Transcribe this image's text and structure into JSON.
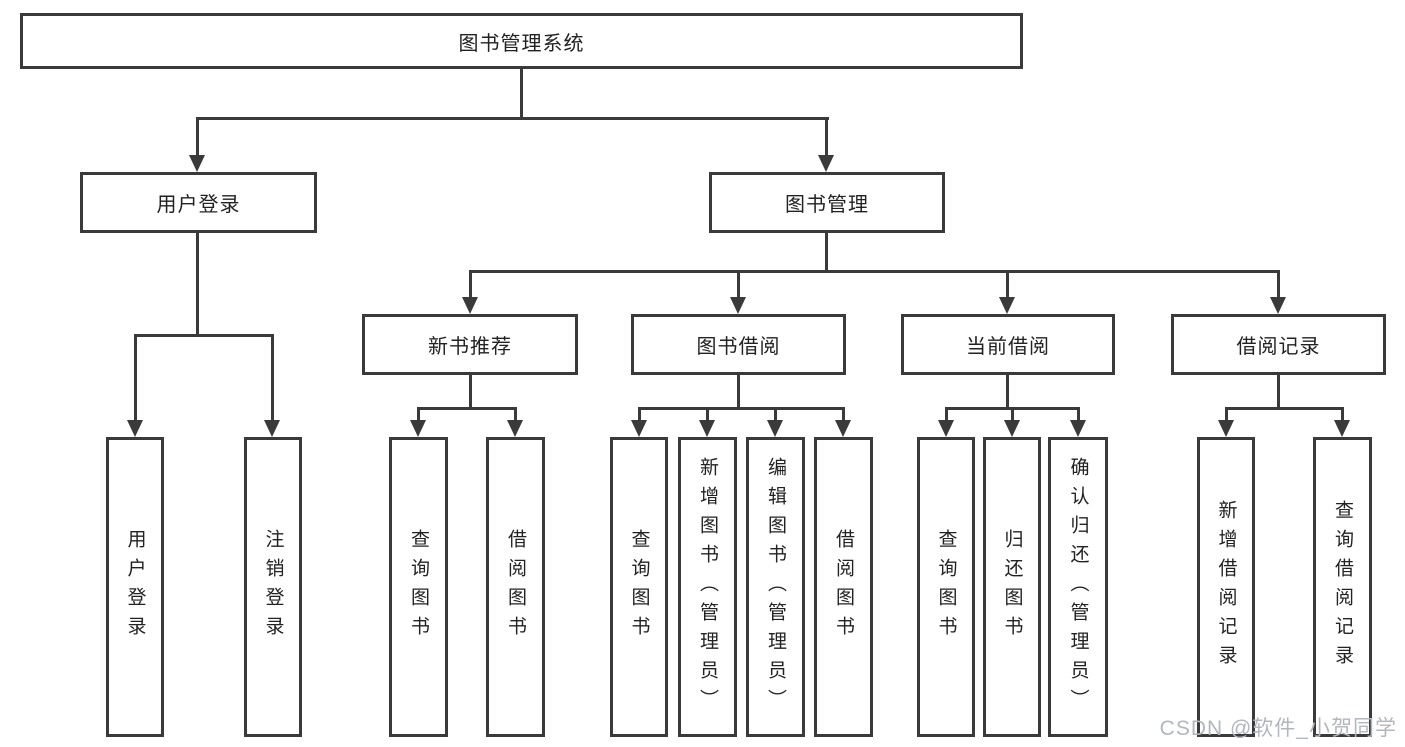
{
  "diagram": {
    "root_label": "图书管理系统",
    "branches": [
      {
        "label": "用户登录",
        "leaves": [
          "用户登录",
          "注销登录"
        ]
      },
      {
        "label": "图书管理",
        "children": [
          {
            "label": "新书推荐",
            "leaves": [
              "查询图书",
              "借阅图书"
            ]
          },
          {
            "label": "图书借阅",
            "leaves": [
              "查询图书",
              "新增图书（管理员）",
              "编辑图书（管理员）",
              "借阅图书"
            ]
          },
          {
            "label": "当前借阅",
            "leaves": [
              "查询图书",
              "归还图书",
              "确认归还（管理员）"
            ]
          },
          {
            "label": "借阅记录",
            "leaves": [
              "新增借阅记录",
              "查询借阅记录"
            ]
          }
        ]
      }
    ],
    "colors": {
      "line": "#3a3a3a",
      "text": "#222222",
      "watermark": "#b2b6bd",
      "background": "#ffffff"
    },
    "watermark": "CSDN @软件_小贺同学"
  }
}
